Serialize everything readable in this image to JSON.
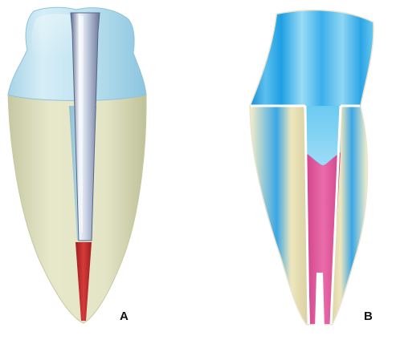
{
  "figure": {
    "panels": [
      {
        "id": "A",
        "label": "A"
      },
      {
        "id": "B",
        "label": "B"
      }
    ]
  },
  "colors": {
    "background": "#ffffff",
    "crown_blue_light": "#bfe3f1",
    "crown_blue_mid": "#7cc2df",
    "root_dentin": "#e6e6c6",
    "root_edge": "#c9cba4",
    "post_metal_light": "#eef2fa",
    "post_metal_dark": "#6f7e9e",
    "apical_seal_red": "#c42a2a",
    "crown_b_blue": "#1e9fe3",
    "crown_b_light": "#8fd6f4",
    "core_pink": "#e0559b",
    "dentin_cream": "#efe8c2"
  },
  "icons": [
    "tooth-post-core-illustration",
    "tooth-fiber-post-illustration"
  ]
}
